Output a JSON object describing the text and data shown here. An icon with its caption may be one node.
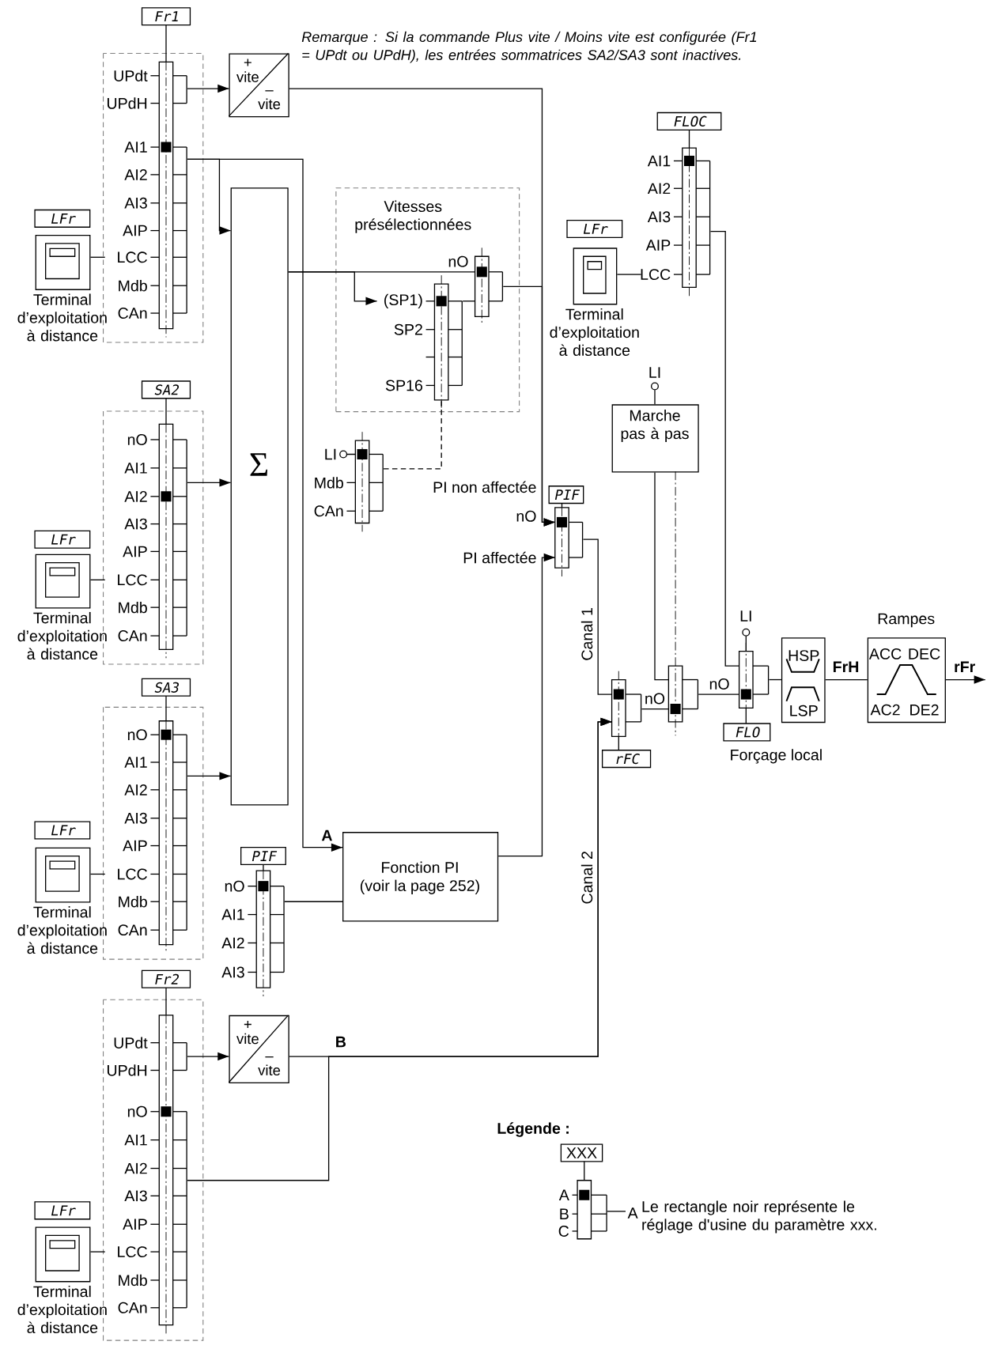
{
  "diagram": {
    "nodes": [
      {
        "text": [
          "Fr1"
        ],
        "beside": [
          "UPdt",
          "UPdH",
          "AI1",
          "AI2",
          "AI3",
          "AIP",
          "LCC",
          "Mdb",
          "CAn"
        ]
      },
      {
        "text": [
          "+ vite",
          "– vite"
        ]
      },
      {
        "text": [
          "LFr"
        ],
        "beside": [
          "Terminal d’exploitation à distance"
        ]
      },
      {
        "text": [
          "Σ"
        ]
      },
      {
        "text": [
          "Vitesses présélectionnées"
        ]
      },
      {
        "text": [],
        "shape": "bar",
        "in": 4,
        "beside": [
          "nO"
        ]
      },
      {
        "text": [],
        "shape": "bar",
        "in": 4,
        "beside": [
          "(SP1)",
          "SP2",
          "SP16"
        ]
      },
      {
        "text": [],
        "shape": "bar",
        "beside": [
          "LI",
          "Mdb",
          "CAn"
        ]
      },
      {
        "text": [
          "SA2"
        ],
        "beside": [
          "nO",
          "AI1",
          "AI2",
          "AI3",
          "AIP",
          "LCC",
          "Mdb",
          "CAn"
        ]
      },
      {
        "text": [
          "LFr"
        ],
        "beside": [
          "Terminal d’exploitation à distance"
        ]
      },
      {
        "text": [
          "FLOC",
          "AI1",
          "AI2",
          "AI3",
          "AIP",
          "LCC"
        ]
      },
      {
        "text": [
          "LFr"
        ],
        "beside": [
          "Terminal d’exploitation à distance"
        ]
      },
      {
        "text": [
          "Marche pas à pas"
        ],
        "beside": [
          "LI"
        ]
      },
      {
        "text": [
          "PIF"
        ],
        "beside": [
          "PI non affectée",
          "nO",
          "PI affectée"
        ]
      },
      {
        "text": [
          "SA3"
        ],
        "beside": [
          "nO",
          "AI1",
          "AI2",
          "AI3",
          "AIP",
          "LCC",
          "Mdb",
          "CAn"
        ]
      },
      {
        "text": [
          "LFr"
        ],
        "beside": [
          "Terminal d’exploitation à distance"
        ]
      },
      {
        "text": [
          "Fonction PI",
          "(voir la page 252)"
        ]
      },
      {
        "text": [
          "PIF"
        ],
        "beside": [
          "nO",
          "AI1",
          "AI2",
          "AI3"
        ]
      },
      {
        "text": [
          "rFC"
        ]
      },
      {
        "text": [],
        "shape": "bar"
      },
      {
        "text": [
          "FLO"
        ],
        "beside": [
          "LI",
          "Forçage local"
        ]
      },
      {
        "text": [
          "HSP",
          "LSP"
        ]
      },
      {
        "text": [
          "Rampes",
          "ACC",
          "DEC",
          "AC2",
          "DE2"
        ]
      },
      {
        "text": [
          "Fr2"
        ],
        "beside": [
          "UPdt",
          "UPdH",
          "nO",
          "AI1",
          "AI2",
          "AI3",
          "AIP",
          "LCC",
          "Mdb",
          "CAn"
        ]
      },
      {
        "text": [
          "+ vite",
          "– vite"
        ]
      },
      {
        "text": [
          "LFr"
        ],
        "beside": [
          "Terminal d’exploitation à distance"
        ]
      },
      {
        "text": [
          "XXX",
          "A",
          "B",
          "C"
        ]
      },
      {
        "text": [
          "A"
        ]
      }
    ],
    "edges": [
      {
        "from": 2,
        "to": 0,
        "arrow": "none"
      },
      {
        "from": 0,
        "to": 1,
        "arrow": "to"
      },
      {
        "from": 0,
        "to": 3,
        "arrow": "to"
      },
      {
        "from": 0,
        "to": 16,
        "arrow": "to",
        "label": "A"
      },
      {
        "from": 1,
        "to": 13,
        "arrow": "to"
      },
      {
        "from": 3,
        "to": 5,
        "arrow": "none"
      },
      {
        "from": 3,
        "to": 6,
        "arrow": "to"
      },
      {
        "from": 6,
        "to": 5,
        "arrow": "none"
      },
      {
        "from": 5,
        "to": 13,
        "arrow": "to"
      },
      {
        "from": 7,
        "to": 6,
        "arrow": "none",
        "style": "dashed"
      },
      {
        "from": 9,
        "to": 8,
        "arrow": "none"
      },
      {
        "from": 8,
        "to": 3,
        "arrow": "to"
      },
      {
        "from": 11,
        "to": 10,
        "arrow": "none"
      },
      {
        "from": 12,
        "to": 19,
        "arrow": "none"
      },
      {
        "from": 13,
        "to": 18,
        "arrow": "none",
        "label": "Canal 1"
      },
      {
        "from": 15,
        "to": 14,
        "arrow": "none"
      },
      {
        "from": 14,
        "to": 3,
        "arrow": "to"
      },
      {
        "from": 17,
        "to": 16,
        "arrow": "none"
      },
      {
        "from": 16,
        "to": 13,
        "arrow": "to"
      },
      {
        "from": 18,
        "to": 19,
        "arrow": "none",
        "label": "nO"
      },
      {
        "from": 19,
        "to": 20,
        "arrow": "none",
        "label": "nO"
      },
      {
        "from": 10,
        "to": 20,
        "arrow": "none"
      },
      {
        "from": 20,
        "to": 21,
        "arrow": "none"
      },
      {
        "from": 21,
        "to": 22,
        "arrow": "none",
        "label": "FrH"
      },
      {
        "from": 22,
        "to": null,
        "arrow": "to",
        "label": "rFr"
      },
      {
        "from": 25,
        "to": 23,
        "arrow": "none"
      },
      {
        "from": 23,
        "to": 24,
        "arrow": "to"
      },
      {
        "from": 24,
        "to": 18,
        "arrow": "to",
        "label": "B"
      },
      {
        "from": 23,
        "to": 18,
        "arrow": "to",
        "label": "Canal 2"
      },
      {
        "from": 26,
        "to": 27,
        "arrow": "none"
      }
    ],
    "labels": [
      "Remarque : Si la commande Plus vite / Moins vite est configurée (Fr1 = UPdt ou UPdH), les entrées sommatrices SA2/SA3 sont inactives.",
      "Légende :",
      "Le rectangle noir représente le réglage d'usine du paramètre xxx."
    ]
  }
}
